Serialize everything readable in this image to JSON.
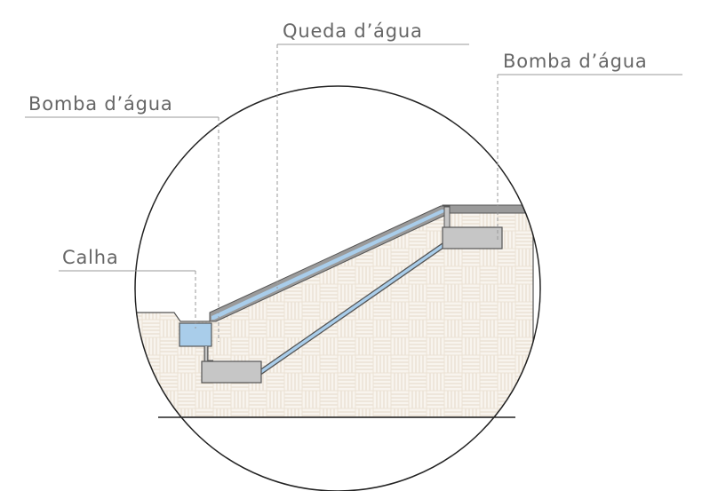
{
  "labels": {
    "queda": "Queda d’água",
    "bomba_right": "Bomba d’água",
    "bomba_left": "Bomba d’água",
    "calha": "Calha"
  },
  "colors": {
    "ground_fill": "#f8f4ee",
    "hatch": "#e3d8c8",
    "pump": "#c6c6c6",
    "pump_stroke": "#6a6a6a",
    "water": "#a9cdea",
    "cap": "#9a9a9a",
    "outline": "#222222",
    "leader": "#999999",
    "label_text": "#666666"
  }
}
